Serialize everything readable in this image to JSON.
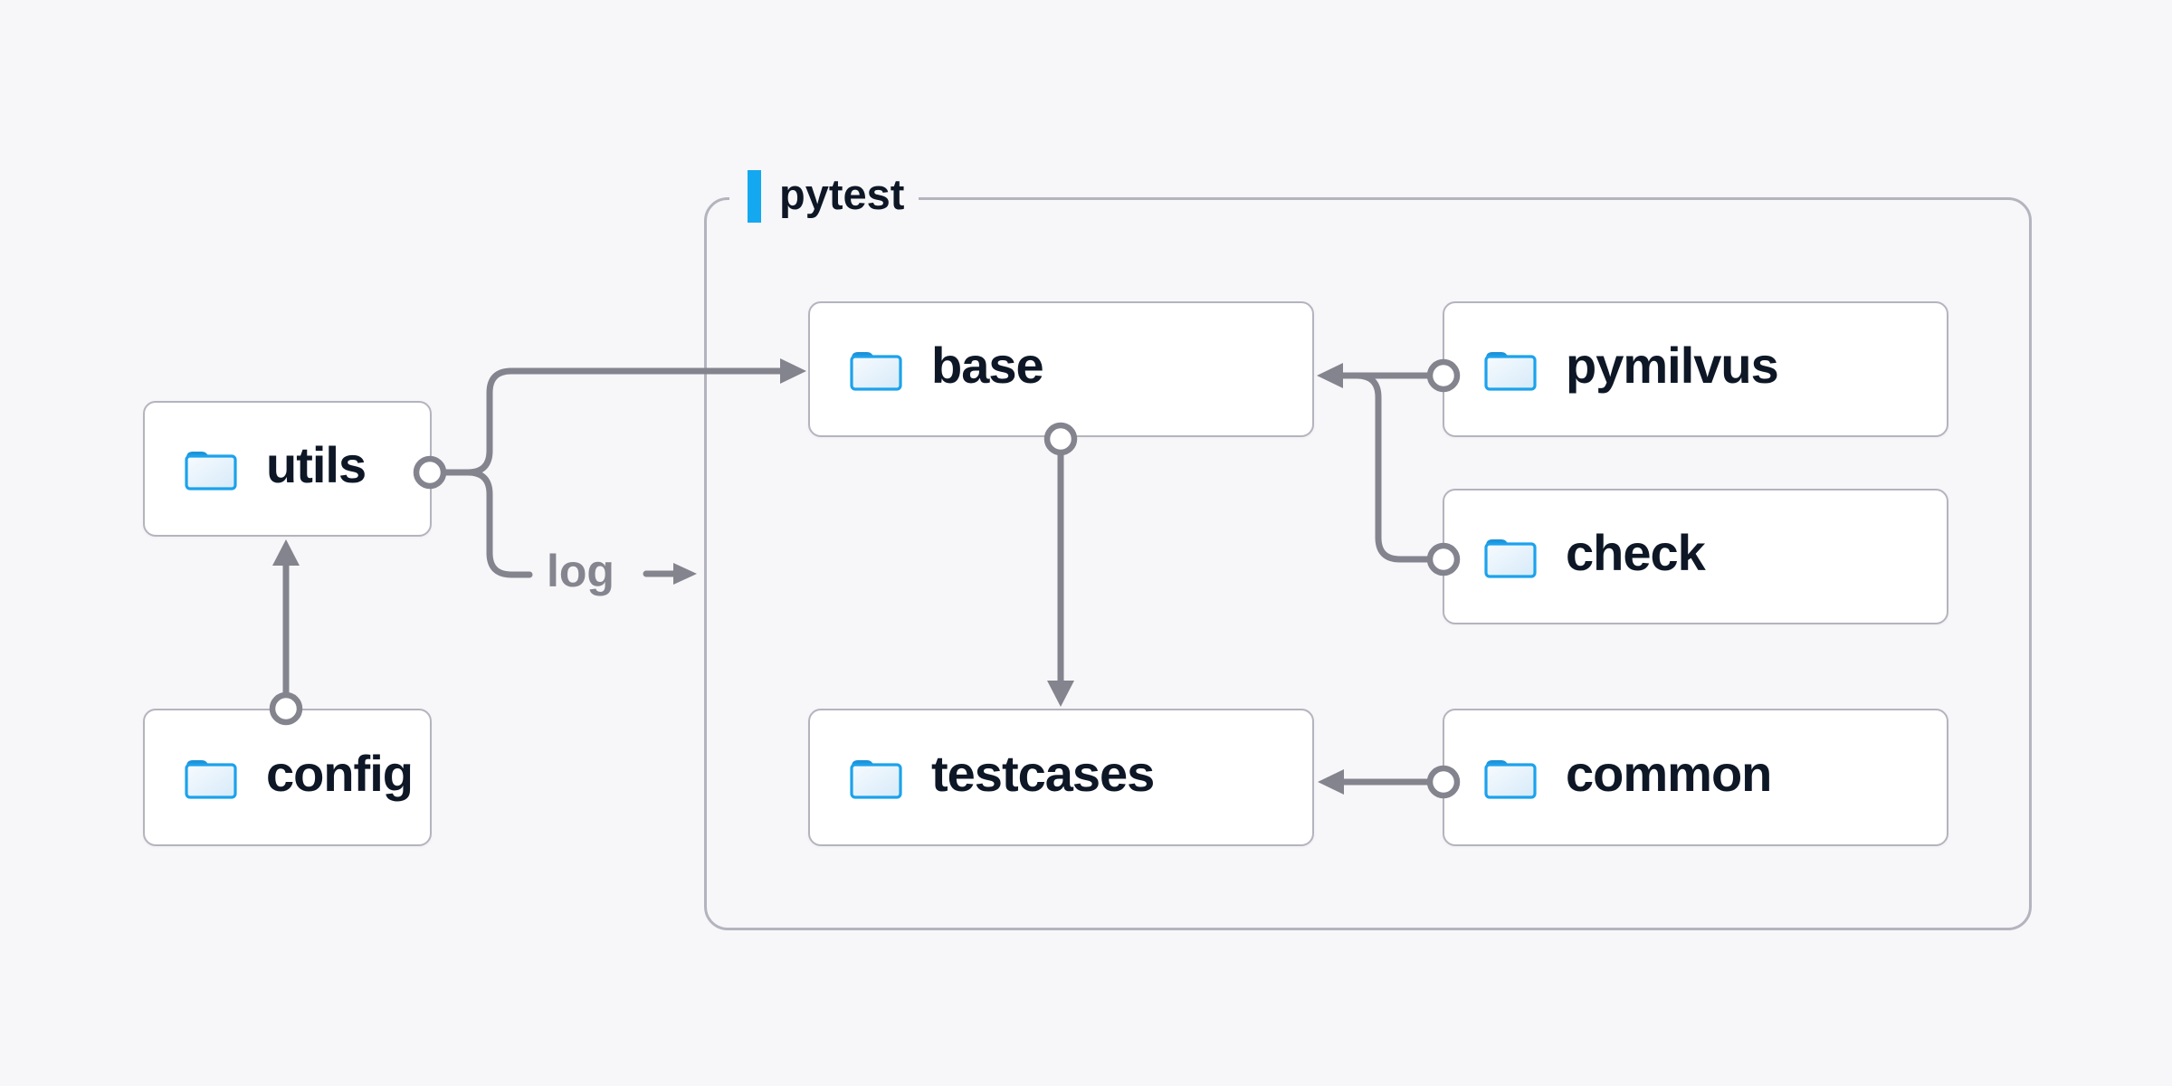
{
  "diagram": {
    "container": {
      "label": "pytest"
    },
    "nodes": {
      "utils": {
        "label": "utils"
      },
      "config": {
        "label": "config"
      },
      "base": {
        "label": "base"
      },
      "pymilvus": {
        "label": "pymilvus"
      },
      "check": {
        "label": "check"
      },
      "testcases": {
        "label": "testcases"
      },
      "common": {
        "label": "common"
      }
    },
    "edges": [
      {
        "from": "config",
        "to": "utils",
        "label": ""
      },
      {
        "from": "utils",
        "to": "base",
        "label": ""
      },
      {
        "from": "utils",
        "to": "pytest",
        "label": "log"
      },
      {
        "from": "pymilvus",
        "to": "base",
        "label": ""
      },
      {
        "from": "check",
        "to": "base",
        "label": ""
      },
      {
        "from": "base",
        "to": "testcases",
        "label": ""
      },
      {
        "from": "common",
        "to": "testcases",
        "label": ""
      }
    ],
    "icons": {
      "node_icon": "folder-icon"
    },
    "colors": {
      "background": "#F7F7F9",
      "node_background": "#FFFFFF",
      "node_border": "#B4B4BF",
      "container_border": "#B4B4BF",
      "connector": "#84848F",
      "text_dark": "#0E1726",
      "text_gray": "#85858F",
      "accent_blue": "#14A8F0",
      "folder_outline": "#1CA2EC",
      "folder_tab": "#1E93D9"
    }
  }
}
